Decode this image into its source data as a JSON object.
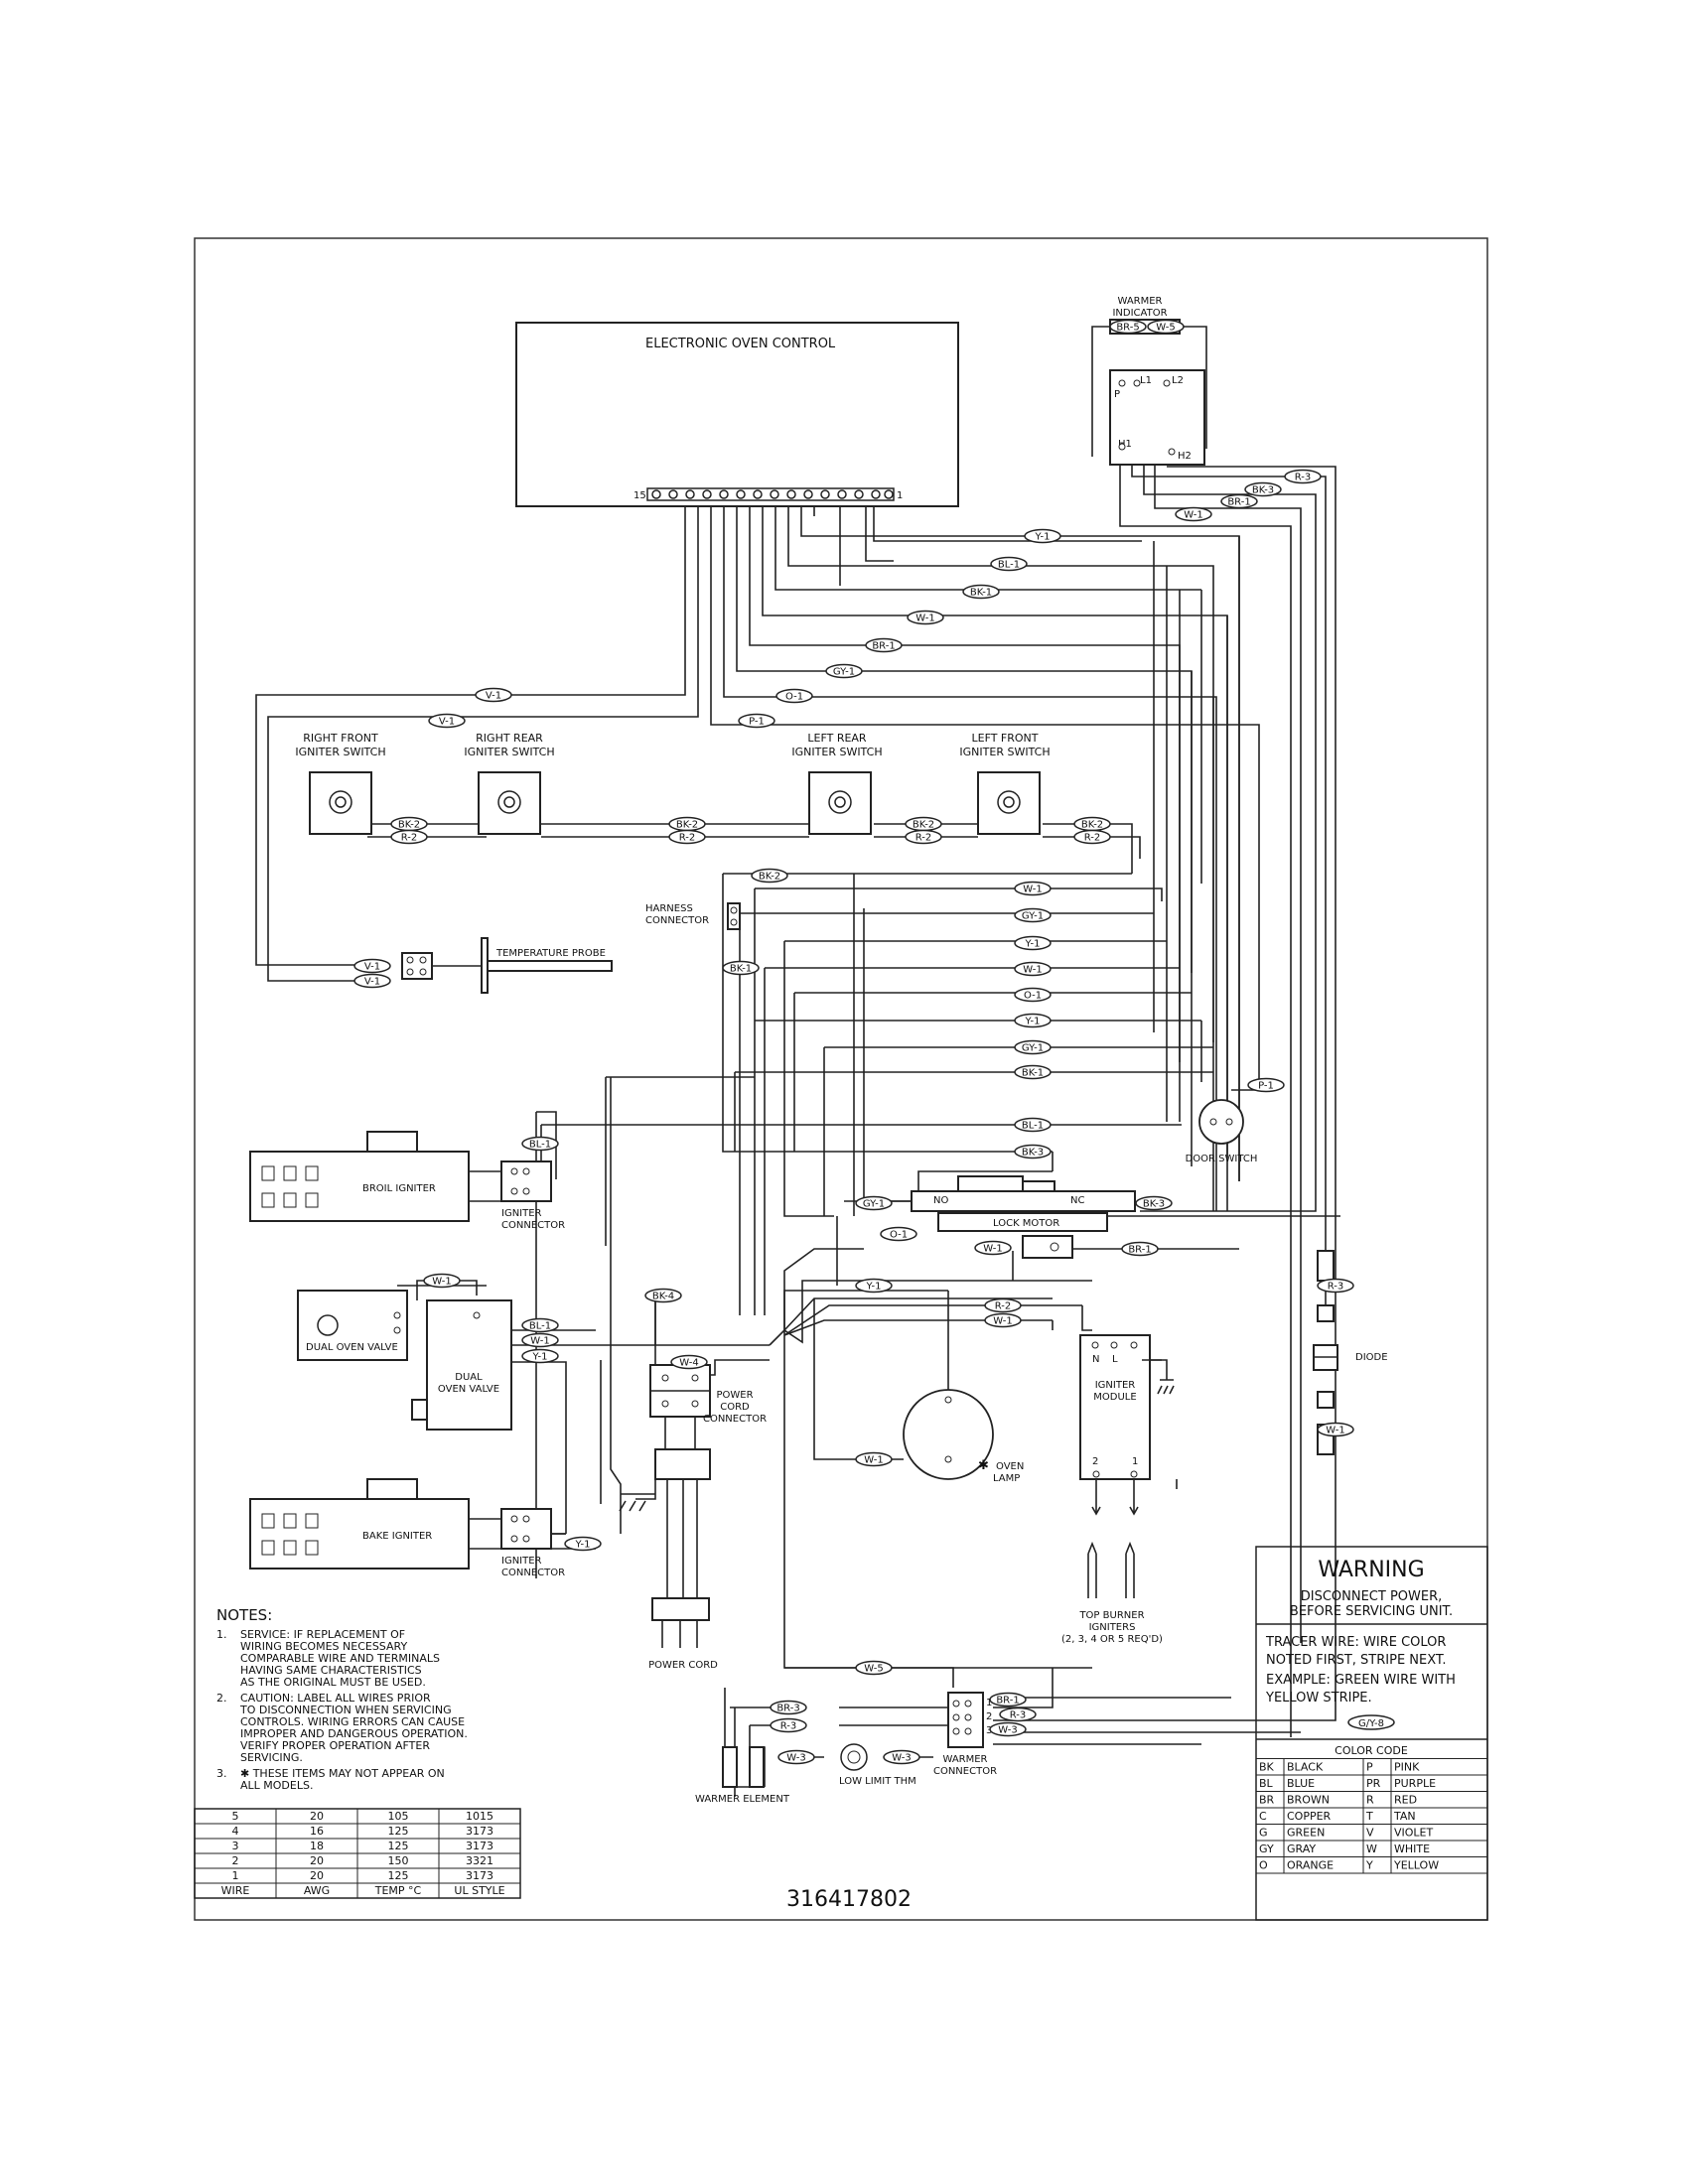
{
  "control": {
    "title": "ELECTRONIC OVEN CONTROL",
    "pin_first": "15",
    "pin_last": "1"
  },
  "warmer_indicator": {
    "label": "WARMER INDICATOR",
    "p": "P",
    "l1": "L1",
    "l2": "L2",
    "h1": "H1",
    "h2": "H2"
  },
  "switches": [
    {
      "label1": "RIGHT FRONT",
      "label2": "IGNITER SWITCH"
    },
    {
      "label1": "RIGHT REAR",
      "label2": "IGNITER SWITCH"
    },
    {
      "label1": "LEFT REAR",
      "label2": "IGNITER SWITCH"
    },
    {
      "label1": "LEFT FRONT",
      "label2": "IGNITER SWITCH"
    }
  ],
  "components": {
    "harness_connector": [
      "HARNESS",
      "CONNECTOR"
    ],
    "temperature_probe": "TEMPERATURE PROBE",
    "door_switch": "DOOR SWITCH",
    "broil_igniter": "BROIL IGNITER",
    "igniter_connector": [
      "IGNITER",
      "CONNECTOR"
    ],
    "lock_motor": "LOCK MOTOR",
    "no": "NO",
    "nc": "NC",
    "dual_oven_valve": "DUAL OVEN VALVE",
    "dual_oven_valve2": [
      "DUAL",
      "OVEN VALVE"
    ],
    "power_cord_connector": [
      "POWER",
      "CORD",
      "CONNECTOR"
    ],
    "oven_lamp": [
      "OVEN",
      "LAMP"
    ],
    "star": "✱",
    "igniter_module": [
      "IGNITER",
      "MODULE"
    ],
    "module_n": "N",
    "module_l": "L",
    "module_2": "2",
    "module_1": "1",
    "diode": "DIODE",
    "bake_igniter": "BAKE IGNITER",
    "power_cord": "POWER CORD",
    "top_burner_igniters": [
      "TOP BURNER",
      "IGNITERS",
      "(2, 3, 4 OR 5 REQ'D)"
    ],
    "warmer_element": "WARMER ELEMENT",
    "low_limit_thm": "LOW LIMIT THM",
    "warmer_connector": [
      "WARMER",
      "CONNECTOR"
    ]
  },
  "wire_labels": {
    "br5": "BR-5",
    "w5": "W-5",
    "r3": "R-3",
    "bk3": "BK-3",
    "br1": "BR-1",
    "w1": "W-1",
    "y1": "Y-1",
    "bl1": "BL-1",
    "bk1": "BK-1",
    "gy1": "GY-1",
    "o1": "O-1",
    "v1": "V-1",
    "p1": "P-1",
    "bk2": "BK-2",
    "r2": "R-2",
    "bk4": "BK-4",
    "w4": "W-4",
    "w3": "W-3"
  },
  "notes": {
    "title": "NOTES:",
    "items": [
      {
        "num": "1.",
        "lines": [
          "SERVICE:   IF REPLACEMENT OF",
          "WIRING BECOMES NECESSARY",
          "COMPARABLE WIRE AND TERMINALS",
          "HAVING SAME CHARACTERISTICS",
          "AS THE ORIGINAL MUST BE USED."
        ]
      },
      {
        "num": "2.",
        "lines": [
          "CAUTION:   LABEL ALL WIRES PRIOR",
          "TO DISCONNECTION WHEN SERVICING",
          "CONTROLS.  WIRING ERRORS CAN CAUSE",
          "IMPROPER AND DANGEROUS OPERATION.",
          "VERIFY PROPER OPERATION AFTER",
          "SERVICING."
        ]
      },
      {
        "num": "3.",
        "lines": [
          "✱ THESE ITEMS MAY NOT APPEAR ON",
          "ALL MODELS."
        ]
      }
    ]
  },
  "wire_table": {
    "headers": [
      "WIRE",
      "AWG",
      "TEMP °C",
      "UL STYLE"
    ],
    "rows": [
      [
        "5",
        "20",
        "105",
        "1015"
      ],
      [
        "4",
        "16",
        "125",
        "3173"
      ],
      [
        "3",
        "18",
        "125",
        "3173"
      ],
      [
        "2",
        "20",
        "150",
        "3321"
      ],
      [
        "1",
        "20",
        "125",
        "3173"
      ]
    ]
  },
  "part_number": "316417802",
  "warning": {
    "title": "WARNING",
    "line1": "DISCONNECT POWER,",
    "line2": "BEFORE SERVICING UNIT.",
    "tracer": [
      "TRACER WIRE:   WIRE COLOR",
      "NOTED FIRST, STRIPE NEXT.",
      "EXAMPLE:   GREEN WIRE WITH",
      "YELLOW STRIPE."
    ],
    "example_tag": "G/Y-8"
  },
  "color_code": {
    "title": "COLOR CODE",
    "rows": [
      [
        "BK",
        "BLACK",
        "P",
        "PINK"
      ],
      [
        "BL",
        "BLUE",
        "PR",
        "PURPLE"
      ],
      [
        "BR",
        "BROWN",
        "R",
        "RED"
      ],
      [
        "C",
        "COPPER",
        "T",
        "TAN"
      ],
      [
        "G",
        "GREEN",
        "V",
        "VIOLET"
      ],
      [
        "GY",
        "GRAY",
        "W",
        "WHITE"
      ],
      [
        "O",
        "ORANGE",
        "Y",
        "YELLOW"
      ]
    ]
  }
}
